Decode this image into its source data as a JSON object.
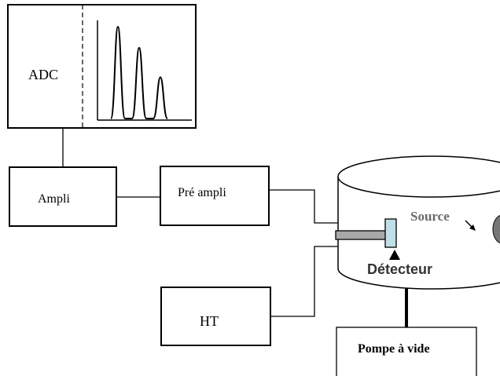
{
  "blocks": {
    "adc": "ADC",
    "ampli": "Ampli",
    "preampli": "Pré ampli",
    "ht": "HT",
    "source": "Source",
    "detecteur": "Détecteur",
    "pompe": "Pompe à vide"
  },
  "spectrum": {
    "peaks": [
      1.0,
      0.77,
      0.45
    ]
  }
}
